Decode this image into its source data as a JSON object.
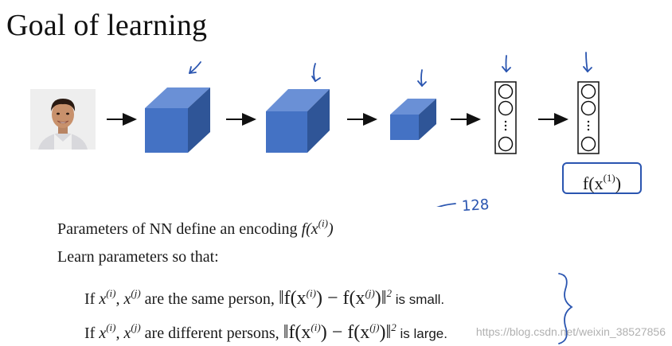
{
  "title": "Goal of learning",
  "annotations": {
    "handwritten_number": "128",
    "output_label": "f(x",
    "output_label_sup": "(1)",
    "output_label_close": ")"
  },
  "text": {
    "line1_prefix": "Parameters of NN define an encoding ",
    "line1_math": "f(x",
    "line1_sup": "(i)",
    "line1_close": ")",
    "line2": "Learn parameters so that:",
    "line3": {
      "if": "If ",
      "xi": "x",
      "xi_sup": "(i)",
      "comma": ", ",
      "xj": "x",
      "xj_sup": "(j)",
      "middle": " are the same person, ",
      "norm": "‖f(x",
      "norm_sup1": "(i)",
      "norm_mid": ") − f(x",
      "norm_sup2": "(j)",
      "norm_close": ")‖",
      "sq": "2",
      "tail": " is small."
    },
    "line4": {
      "if": "If ",
      "xi": "x",
      "xi_sup": "(i)",
      "comma": ", ",
      "xj": "x",
      "xj_sup": "(j)",
      "middle": " are different persons, ",
      "norm": "‖f(x",
      "norm_sup1": "(i)",
      "norm_mid": ") − f(x",
      "norm_sup2": "(j)",
      "norm_close": ")‖",
      "sq": "2",
      "tail": " is large."
    }
  },
  "watermark": "https://blog.csdn.net/weixin_38527856",
  "colors": {
    "cube_front": "#4472c4",
    "cube_top": "#6a90d6",
    "cube_side": "#2f5597",
    "handwriting": "#2a55b0"
  }
}
